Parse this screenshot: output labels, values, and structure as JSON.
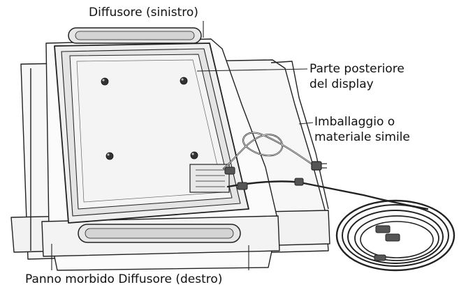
{
  "labels": {
    "speaker_left": "Diffusore (sinistro)",
    "display_back_line1": "Parte posteriore",
    "display_back_line2": "del display",
    "packing_line1": "Imballaggio o",
    "packing_line2": "materiale simile",
    "bottom_caption": "Panno morbido Diffusore (destro)"
  },
  "colors": {
    "line": "#222222",
    "cloth": "#f7f7f7",
    "panel": "#efefef",
    "screen": "#f4f4f4",
    "speaker": "#e6e6e6",
    "connector": "#555555"
  }
}
